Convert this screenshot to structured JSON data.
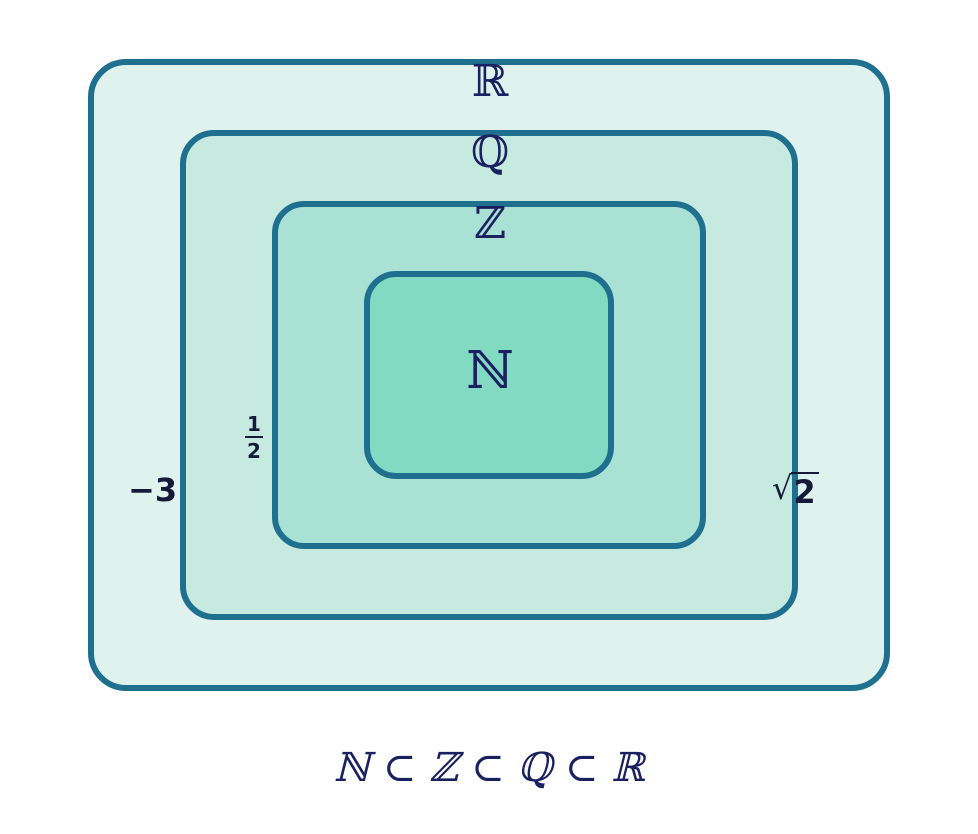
{
  "sets": {
    "real": {
      "symbol": "ℝ",
      "fill": "#dff2ee"
    },
    "rational": {
      "symbol": "ℚ",
      "fill": "#c7eae0"
    },
    "integer": {
      "symbol": "ℤ",
      "fill": "#a9e2d5"
    },
    "natural": {
      "symbol": "ℕ",
      "fill": "#82dac3"
    }
  },
  "border_color": "#1f6f8f",
  "label_color": "#1b2060",
  "examples": {
    "negative_three": "−3",
    "one_half_numerator": "1",
    "one_half_denominator": "2",
    "sqrt_two_radicand": "2"
  },
  "inclusion_formula": "ℕ ⊂ ℤ ⊂ ℚ ⊂ ℝ"
}
